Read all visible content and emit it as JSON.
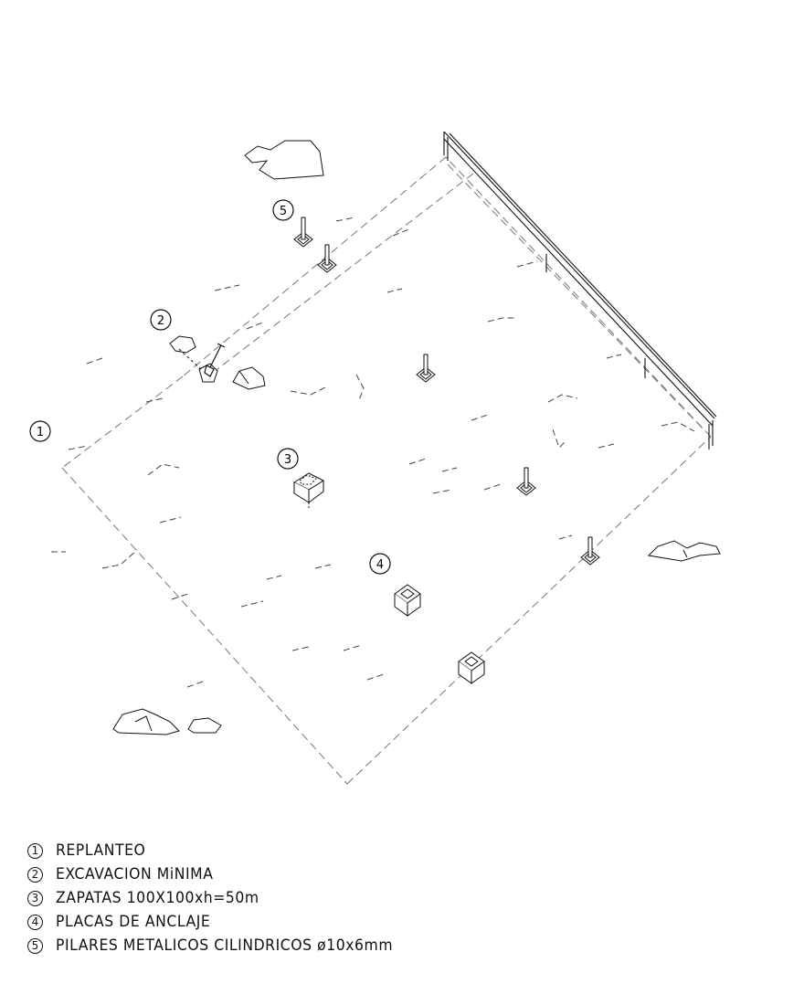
{
  "callouts": [
    {
      "number": "1"
    },
    {
      "number": "2"
    },
    {
      "number": "3"
    },
    {
      "number": "4"
    },
    {
      "number": "5"
    }
  ],
  "legend": [
    {
      "number": "1",
      "text": "REPLANTEO"
    },
    {
      "number": "2",
      "text": "EXCAVACION MiNIMA"
    },
    {
      "number": "3",
      "text": "ZAPATAS 100X100xh=50m"
    },
    {
      "number": "4",
      "text": "PLACAS DE ANCLAJE"
    },
    {
      "number": "5",
      "text": "PILARES METALICOS CILINDRICOS ø10x6mm"
    }
  ],
  "colors": {
    "line": "#111111",
    "dashed": "#777777",
    "background": "#ffffff"
  }
}
